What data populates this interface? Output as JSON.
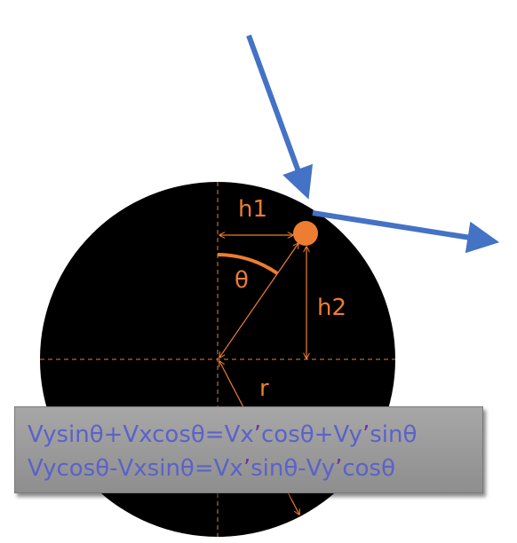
{
  "labels": {
    "h1": "h1",
    "h2": "h2",
    "theta": "θ",
    "r": "r"
  },
  "equations": {
    "line1": {
      "a": "Vysinθ+Vxcosθ=Vx",
      "p1": "’",
      "b": "cosθ+Vy",
      "p2": "’",
      "c": "sinθ"
    },
    "line2": {
      "a": "Vycosθ-Vxsinθ=Vx",
      "p1": "’",
      "b": "sinθ-Vy",
      "p2": "’",
      "c": "cosθ"
    }
  },
  "colors": {
    "circle": "#000000",
    "annotation": "#ED7D31",
    "arrow": "#4472C4",
    "equation_text": "#5B62C9",
    "equation_prime": "#7030A0",
    "equation_box": "#9A9A9A"
  }
}
